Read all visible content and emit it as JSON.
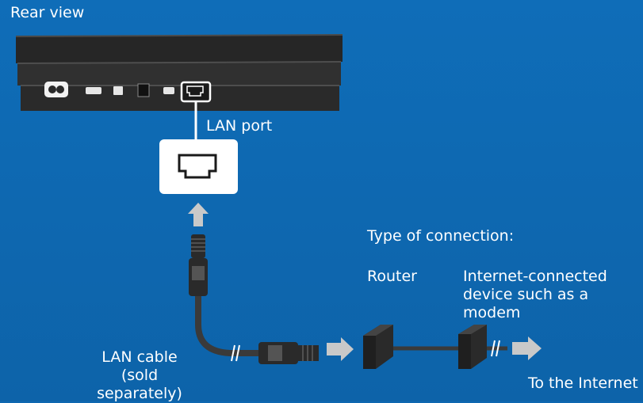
{
  "labels": {
    "rear_view": "Rear view",
    "lan_port": "LAN port",
    "lan_cable_line1": "LAN cable",
    "lan_cable_line2": "(sold separately)",
    "type_of_connection": "Type of connection:",
    "router": "Router",
    "device_line1": "Internet-connected",
    "device_line2": "device such as a",
    "device_line3": "modem",
    "to_internet": "To the Internet"
  },
  "colors": {
    "background": "#0e68b1",
    "console_body": "#2b2b2b",
    "arrow": "#c9c9c9",
    "cable": "#3a3a3a",
    "label_text": "#ffffff"
  }
}
